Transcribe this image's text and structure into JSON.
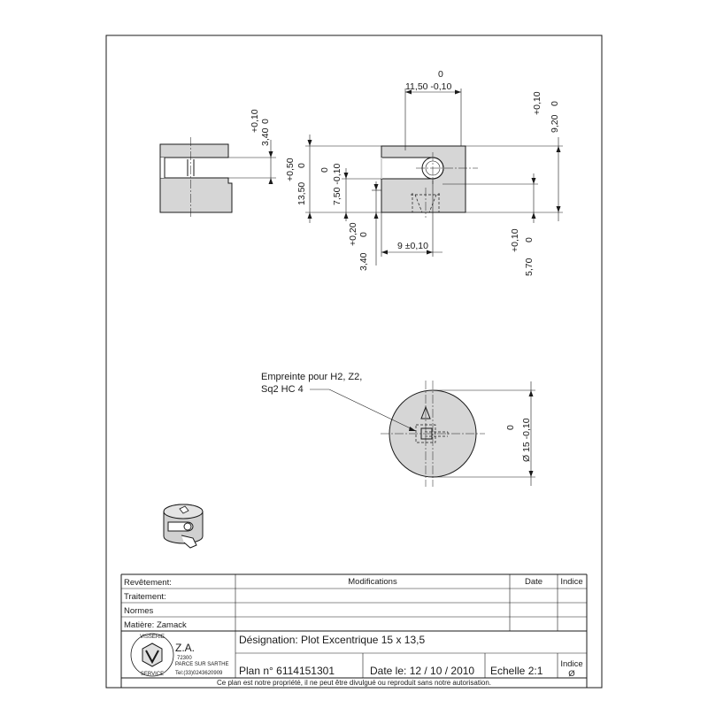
{
  "dimensions": {
    "width_tol_upper": "0",
    "width_label": "11,50 -0,10",
    "top_slot_tol_upper": "+0,10",
    "top_slot_tol_lower": "0",
    "top_slot_value": "3,40",
    "height_tol_upper": "+0,50",
    "height_tol_lower": "0",
    "height_value": "13,50",
    "mid_tol_upper": "0",
    "mid_value": "7,50 -0,10",
    "low_tol_upper": "+0,20",
    "low_tol_lower": "0",
    "low_value": "3,40",
    "hole_pos_label": "9 ±0,10",
    "right_top_tol_upper": "+0,10",
    "right_top_tol_lower": "0",
    "right_top_value": "9,20",
    "right_low_tol_upper": "+0,10",
    "right_low_tol_lower": "0",
    "right_low_value": "5,70",
    "diam_tol_upper": "0",
    "diam_value": "Ø 15 -0,10"
  },
  "annotation": {
    "line1": "Empreinte pour H2, Z2,",
    "line2": "Sq2 HC 4"
  },
  "title_block": {
    "revetement": "Revêtement:",
    "traitement": "Traitement:",
    "normes": "Normes",
    "matiere": "Matière: Zamack",
    "modifications": "Modifications",
    "date_header": "Date",
    "indice_header": "Indice",
    "designation": "Désignation: Plot Excentrique  15 x 13,5",
    "plan": "Plan n° 6114151301",
    "date_le": "Date le: 12 / 10 / 2010",
    "echelle": "Echelle 2:1",
    "indice": "Indice",
    "indice_value": "Ø",
    "footer": "Ce plan est notre propriété, il ne peut être divulgué ou reproduit sans notre autorisation."
  },
  "company": {
    "name": "Z.A.",
    "postcode": "72300",
    "city": "PARCE SUR SARTHE",
    "phone": "Tel:(33)0243620909",
    "logo_text_top": "VISSERIE",
    "logo_text_bottom": "SERVICE"
  }
}
